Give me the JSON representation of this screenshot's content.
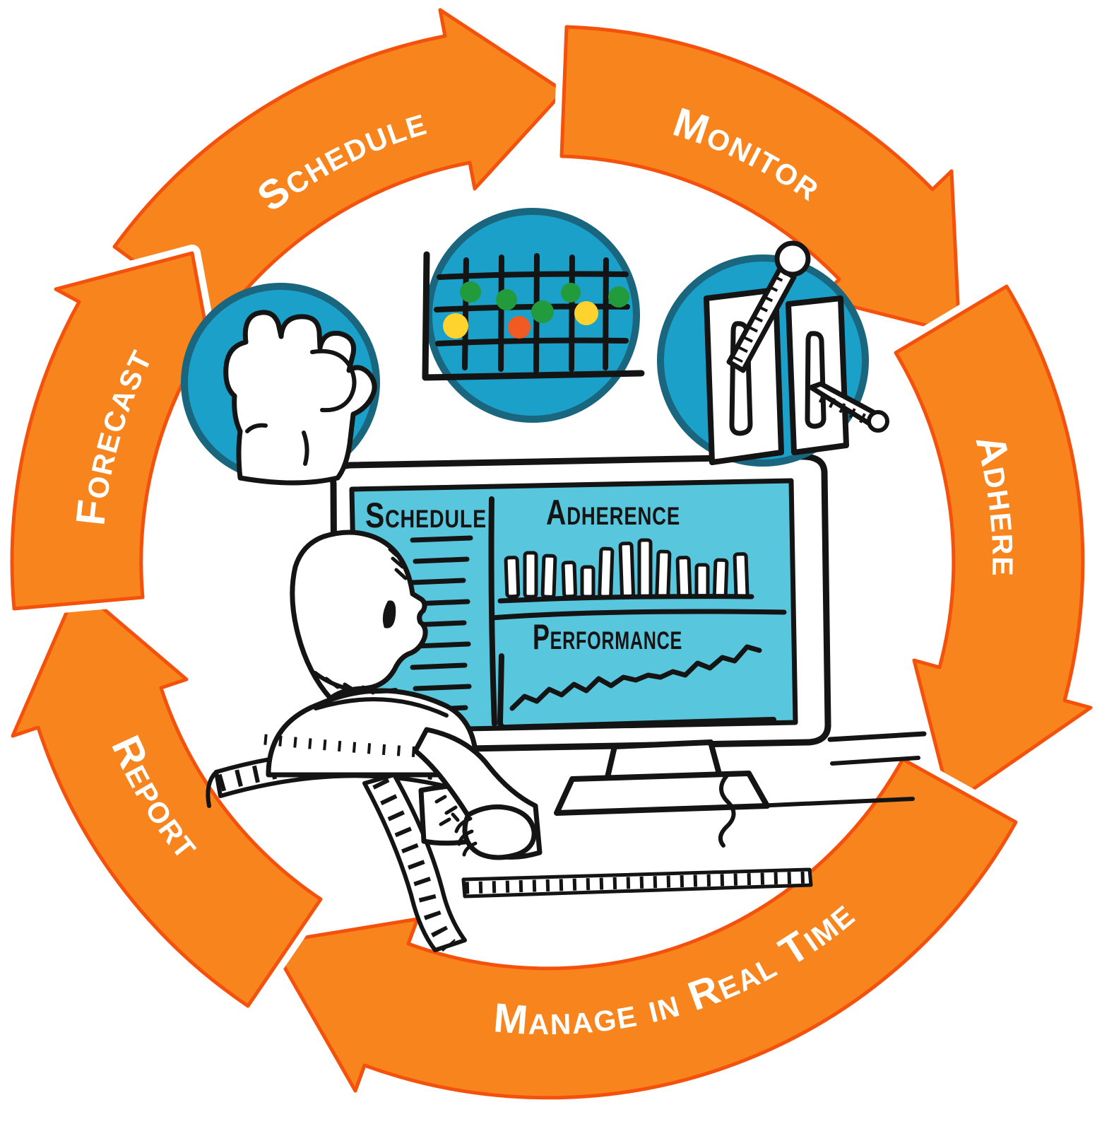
{
  "page": {
    "description": "Hand-drawn circular workforce management cycle diagram with a person monitoring dashboards on a screen",
    "background": "#FFFFFF"
  },
  "colors": {
    "arrow_fill": "#F8841D",
    "arrow_outline": "#F4510C",
    "arrow_gap": "#FFFFFF",
    "circle_fill": "#1BA0C9",
    "circle_outline": "#1A667F",
    "screen_fill": "#58C6DC",
    "ink": "#141414",
    "ring_label_text": "#FFFFFF",
    "dot_green": "#219B3B",
    "dot_yellow": "#FFD32E",
    "dot_orange": "#F05A23"
  },
  "cycle": {
    "direction": "clockwise",
    "steps": [
      {
        "id": "schedule",
        "label": "Schedule"
      },
      {
        "id": "monitor",
        "label": "Monitor"
      },
      {
        "id": "adhere",
        "label": "Adhere"
      },
      {
        "id": "manage-in-real-time",
        "label": "Manage in Real Time"
      },
      {
        "id": "report",
        "label": "Report"
      },
      {
        "id": "forecast",
        "label": "Forecast"
      }
    ]
  },
  "screen": {
    "panels": {
      "schedule": {
        "title": "Schedule",
        "rows": 9
      },
      "adherence": {
        "title": "Adherence"
      },
      "performance": {
        "title": "Performance"
      }
    }
  },
  "icons": [
    {
      "name": "fist-icon",
      "meaning": "control / adherence"
    },
    {
      "name": "grid-chart-icon",
      "meaning": "schedule status grid"
    },
    {
      "name": "sliders-icon",
      "meaning": "adjustment sliders with rulers"
    }
  ],
  "chart_data": [
    {
      "type": "bar",
      "title": "Adherence",
      "values": [
        55,
        62,
        58,
        48,
        42,
        68,
        75,
        80,
        64,
        55,
        45,
        52,
        60
      ],
      "ylim": [
        0,
        100
      ],
      "grid": false
    },
    {
      "type": "line",
      "title": "Performance",
      "values": [
        8,
        25,
        18,
        35,
        27,
        42,
        33,
        50,
        40,
        52,
        48,
        55,
        52,
        60,
        55,
        72,
        65,
        80,
        75,
        95,
        90
      ],
      "ylim": [
        0,
        100
      ],
      "trend": "rising zigzag"
    },
    {
      "type": "scatter",
      "title": "Status grid",
      "points": [
        {
          "x": 666,
          "y": 413,
          "r": 15,
          "color": "green"
        },
        {
          "x": 717,
          "y": 424,
          "r": 15,
          "color": "green"
        },
        {
          "x": 768,
          "y": 441,
          "r": 16,
          "color": "green"
        },
        {
          "x": 808,
          "y": 414,
          "r": 14,
          "color": "green"
        },
        {
          "x": 876,
          "y": 420,
          "r": 15,
          "color": "green"
        },
        {
          "x": 645,
          "y": 461,
          "r": 18,
          "color": "yellow"
        },
        {
          "x": 830,
          "y": 443,
          "r": 17,
          "color": "yellow"
        },
        {
          "x": 735,
          "y": 463,
          "r": 16,
          "color": "orange"
        }
      ]
    }
  ]
}
